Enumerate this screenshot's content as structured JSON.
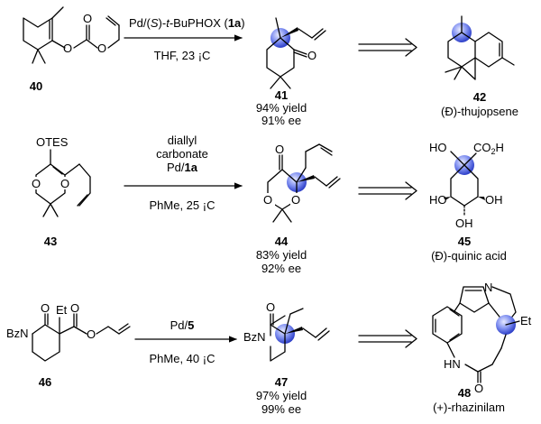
{
  "colors": {
    "stereocenter_highlight": "#3b4fd8",
    "ink": "#000000"
  },
  "rows": [
    {
      "start": {
        "id": "40"
      },
      "conditions": {
        "line1_prefix": "Pd/(",
        "line1_italic": "S",
        "line1_mid": ")-",
        "line1_italic2": "t",
        "line1_suffix": "-BuPHOX (",
        "catalyst_bold": "1a",
        "line1_close": ")",
        "line2": "THF, 23 ¡C"
      },
      "product": {
        "id": "41",
        "yield": "94% yield",
        "ee": "91% ee",
        "ketone_o": "O"
      },
      "target": {
        "id": "42",
        "name": "(Ð)-thujopsene"
      }
    },
    {
      "start": {
        "id": "43",
        "label_otes": "OTES",
        "ring_o1": "O",
        "ring_o2": "O"
      },
      "conditions": {
        "line1": "diallyl",
        "line2": "carbonate",
        "line3_prefix": "Pd/",
        "catalyst_bold": "1a",
        "line4": "PhMe, 25 ¡C"
      },
      "product": {
        "id": "44",
        "yield": "83% yield",
        "ee": "92% ee",
        "ketone_o": "O",
        "ring_o1": "O",
        "ring_o2": "O"
      },
      "target": {
        "id": "45",
        "name": "(Ð)-quinic acid",
        "ho1": "HO",
        "co2h": "CO",
        "co2h_sub": "2",
        "co2h_end": "H",
        "ho2": "HO",
        "oh1": "OH",
        "oh2": "OH"
      }
    },
    {
      "start": {
        "id": "46",
        "bzn": "BzN",
        "et": "Et",
        "o1": "O",
        "o2": "O",
        "o3": "O"
      },
      "conditions": {
        "line1_prefix": "Pd/",
        "catalyst_bold": "5",
        "line2": "PhMe, 40 ¡C"
      },
      "product": {
        "id": "47",
        "yield": "97% yield",
        "ee": "99% ee",
        "bzn": "BzN",
        "o": "O"
      },
      "target": {
        "id": "48",
        "name": "(+)-rhazinilam",
        "n": "N",
        "et": "Et",
        "hn": "HN",
        "o": "O"
      }
    }
  ]
}
